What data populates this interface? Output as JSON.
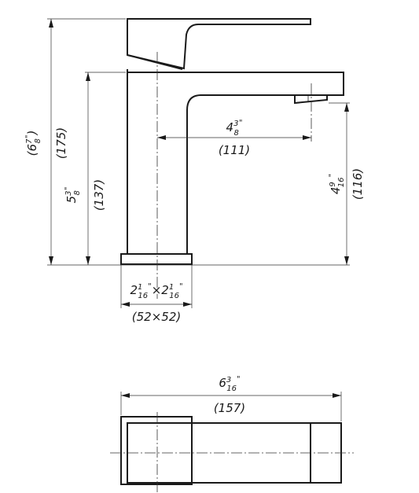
{
  "front_view": {
    "overall_height": {
      "mm": "(175)",
      "inch_whole": "6",
      "inch_num": "7",
      "inch_den": "8",
      "inch_open": "(",
      "inch_close": ")",
      "inch_mark": "\""
    },
    "spout_height": {
      "mm": "(137)",
      "inch_whole": "5",
      "inch_num": "3",
      "inch_den": "8",
      "inch_mark": "\""
    },
    "spout_reach": {
      "mm": "(111)",
      "inch_whole": "4",
      "inch_num": "3",
      "inch_den": "8",
      "inch_mark": "\""
    },
    "outlet_height": {
      "mm": "(116)",
      "inch_whole": "4",
      "inch_num": "9",
      "inch_den": "16",
      "inch_mark": "\""
    },
    "base_size": {
      "mm": "(52×52)",
      "a_whole": "2",
      "a_num": "1",
      "a_den": "16",
      "times": "×",
      "b_whole": "2",
      "b_num": "1",
      "b_den": "16",
      "inch_mark": "\""
    }
  },
  "top_view": {
    "overall_length": {
      "mm": "(157)",
      "inch_whole": "6",
      "inch_num": "3",
      "inch_den": "16",
      "inch_mark": "\""
    }
  }
}
